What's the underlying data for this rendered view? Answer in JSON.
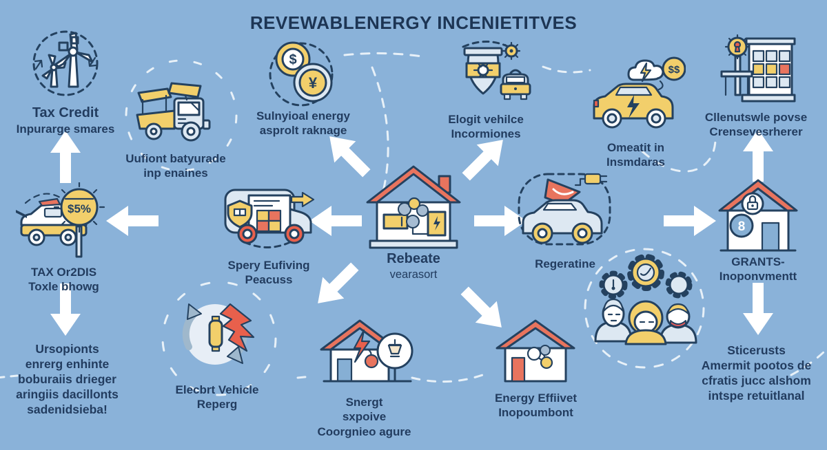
{
  "title": "REVEWABLENERGY INCENIETITVES",
  "colors": {
    "background": "#8AB2D9",
    "ink": "#223C5F",
    "yellow": "#F2CF6B",
    "coral": "#E8745E",
    "red": "#E8604C",
    "light_blue": "#DDE8F2",
    "arrow_white": "#FFFFFF"
  },
  "icon_glyphs": {
    "dollar_coin": "$",
    "yuan_coin": "¥",
    "double_dollar_coin": "$$",
    "tax_sign": "$5%",
    "grants_coin": "8"
  },
  "nodes": {
    "tax_credit": {
      "line1": "Tax Credit",
      "line2": "Inpurarge smares"
    },
    "solar_truck": {
      "line1": "Uufiont batyurade",
      "line2": "inp enaines"
    },
    "solar_energy": {
      "line1": "Sulnyioal energy",
      "line2": "asprolt raknage"
    },
    "ev_incentive": {
      "line1": "Elogit vehilce",
      "line2": "Incormiones"
    },
    "emissions_car": {
      "line1": "Omeatit in",
      "line2": "Insmdaras"
    },
    "clean_power_building": {
      "line1": "Cllenutswle povse",
      "line2": "Crensevesrherer"
    },
    "tax_car": {
      "line1": "TAX Or2DIS",
      "line2": "Toxle bhowg"
    },
    "delivery_van": {
      "line1": "Spery Eufiving",
      "line2": "Peacuss"
    },
    "rebate_house": {
      "line1": "Rebeate",
      "line2": "vearasort"
    },
    "regenerative_car": {
      "line1": "Regeratine"
    },
    "grants_house": {
      "line1": "GRANTS-",
      "line2": "Inoponvmentt"
    },
    "ev_recycle": {
      "line1": "Elecbrt Vehicle",
      "line2": "Reperg"
    },
    "energy_house": {
      "line1": "Snergt",
      "line2": "sxpoive",
      "line3": "Coorgnieo agure"
    },
    "efficient_house": {
      "line1": "Energy Effiivet",
      "line2": "Inopoumbont"
    }
  },
  "notes": {
    "bottom_left": {
      "lines": [
        "Ursopionts",
        "enrerg enhinte",
        "boburaiis drieger",
        "aringiis dacillonts",
        "sadenidsieba!"
      ]
    },
    "bottom_right": {
      "lines": [
        "Sticerusts",
        "Amermit pootos de",
        "cfratis jucc alshom",
        "intspe retuitlanal"
      ]
    }
  }
}
